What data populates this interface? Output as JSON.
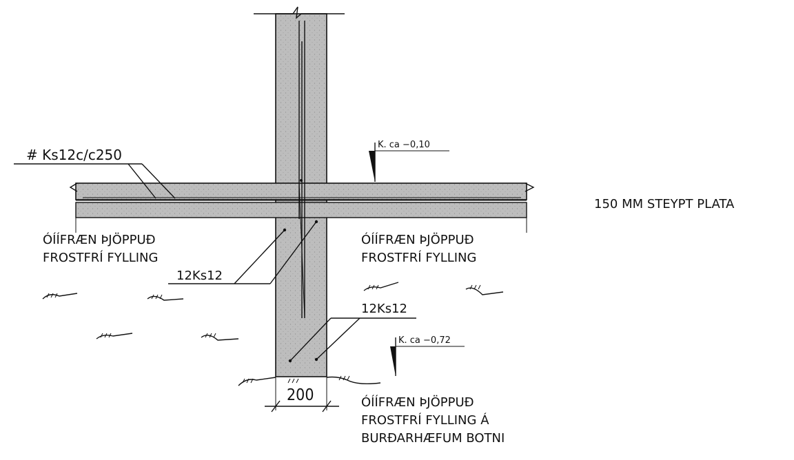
{
  "labels": {
    "mesh": "# Ks12c/c250",
    "level_top": "K. ca  −0,10",
    "level_bottom": "K. ca  −0,72",
    "slab": "150 MM STEYPT PLATA",
    "fill_left_1": "ÓÍÍFRÆN ÞJÖPPUÐ",
    "fill_left_2": "FROSTFRÍ FYLLING",
    "fill_right_1": "ÓÍÍFRÆN ÞJÖPPUÐ",
    "fill_right_2": "FROSTFRÍ FYLLING",
    "rebar_upper": "12Ks12",
    "rebar_lower": "12Ks12",
    "width_dim": "200",
    "bottom_1": "ÓÍÍFRÆN ÞJÖPPUÐ",
    "bottom_2": "FROSTFRÍ FYLLING Á",
    "bottom_3": "BURÐARHÆFUM BOTNI"
  },
  "colors": {
    "concrete": "#bcbcbc",
    "lines": "#111111"
  }
}
